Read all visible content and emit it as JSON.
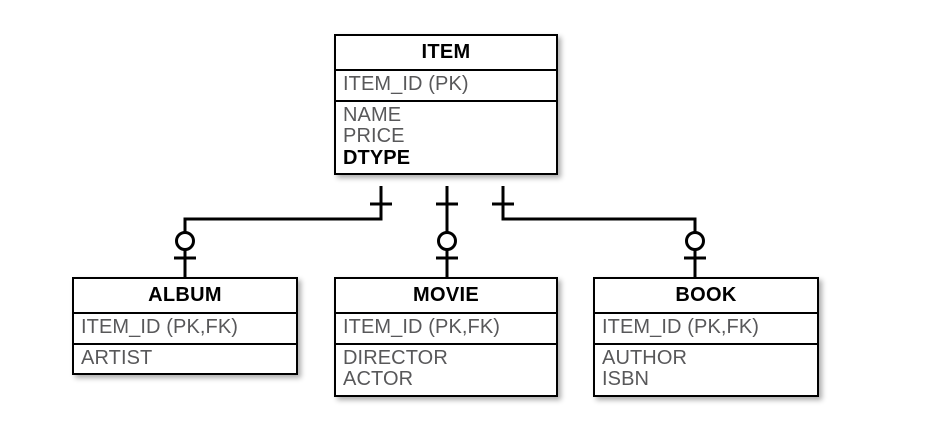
{
  "diagram": {
    "type": "entity-relationship-diagram",
    "notation": "crows-foot",
    "background_color": "#ffffff",
    "line_color": "#000000",
    "attribute_text_color": "#58585a",
    "title_text_color": "#000000"
  },
  "entities": {
    "item": {
      "title": "ITEM",
      "key_attributes": [
        "ITEM_ID (PK)"
      ],
      "attributes": [
        "NAME",
        "PRICE",
        "DTYPE"
      ],
      "discriminator": "DTYPE"
    },
    "album": {
      "title": "ALBUM",
      "key_attributes": [
        "ITEM_ID (PK,FK)"
      ],
      "attributes": [
        "ARTIST"
      ]
    },
    "movie": {
      "title": "MOVIE",
      "key_attributes": [
        "ITEM_ID (PK,FK)"
      ],
      "attributes": [
        "DIRECTOR",
        "ACTOR"
      ]
    },
    "book": {
      "title": "BOOK",
      "key_attributes": [
        "ITEM_ID (PK,FK)"
      ],
      "attributes": [
        "AUTHOR",
        "ISBN"
      ]
    }
  },
  "relationships": [
    {
      "name": "item-to-album",
      "from": "ITEM",
      "to": "ALBUM",
      "parent_cardinality": "one",
      "child_cardinality": "zero-or-one"
    },
    {
      "name": "item-to-movie",
      "from": "ITEM",
      "to": "MOVIE",
      "parent_cardinality": "one",
      "child_cardinality": "zero-or-one"
    },
    {
      "name": "item-to-book",
      "from": "ITEM",
      "to": "BOOK",
      "parent_cardinality": "one",
      "child_cardinality": "zero-or-one"
    }
  ]
}
